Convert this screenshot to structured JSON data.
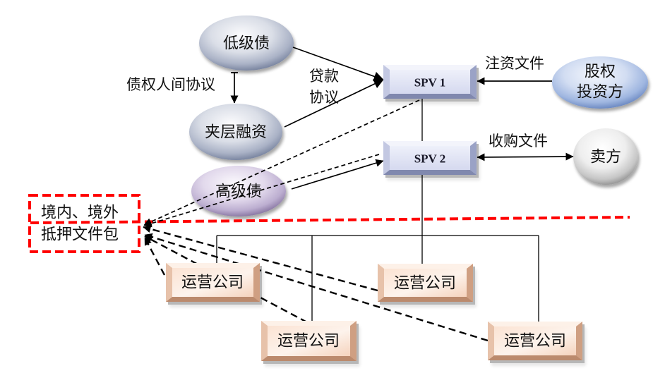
{
  "diagram": {
    "nodes": {
      "junior_debt": "低级债",
      "mezzanine_financing": "夹层融资",
      "senior_debt": "高级债",
      "equity_investor": [
        "股权",
        "投资方"
      ],
      "seller": "卖方",
      "spv1": "SPV 1",
      "spv2": "SPV 2",
      "operating_companies": [
        "运营公司",
        "运营公司",
        "运营公司",
        "运营公司"
      ]
    },
    "edge_labels": {
      "intercreditor_agreement": "债权人间协议",
      "loan_agreement": [
        "贷款",
        "协议"
      ],
      "capital_injection_documents": "注资文件",
      "acquisition_documents": "收购文件"
    },
    "collateral_package": [
      "境内、境外",
      "抵押文件包"
    ],
    "colors": {
      "boundary_red": "#ff0000",
      "debt_node": "#b6bdcf",
      "senior_debt_node": "#cbbfdb",
      "equity_node": "#aec2e6",
      "seller_node": "#e2e2e2",
      "spv_box": "#dde0f1",
      "opco_box": "#f7d8c4"
    }
  }
}
